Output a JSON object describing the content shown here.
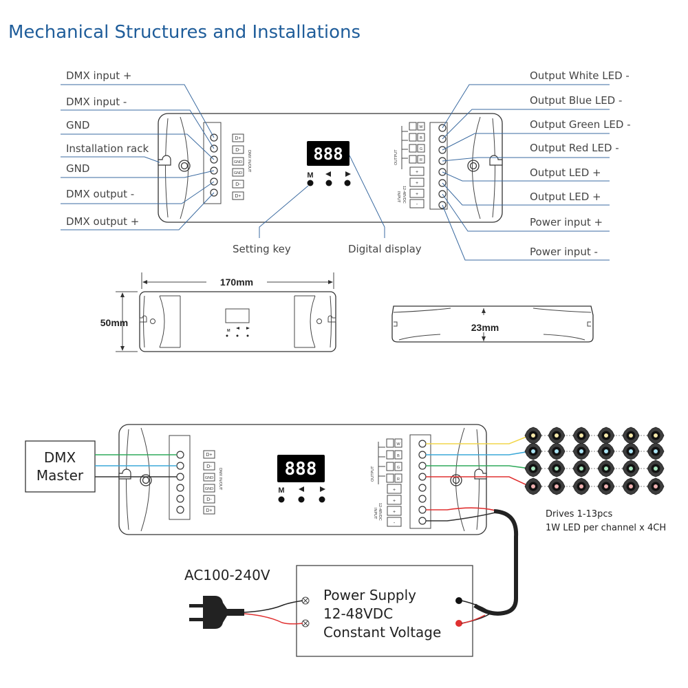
{
  "title": "Mechanical Structures and Installations",
  "left_labels": [
    "DMX input +",
    "DMX input -",
    "GND",
    "Installation rack",
    "GND",
    "DMX output -",
    "DMX output +"
  ],
  "right_labels": [
    "Output White LED -",
    "Output Blue LED -",
    "Output Green LED -",
    "Output Red LED -",
    "Output LED +",
    "Output LED +",
    "Power input +",
    "Power input -"
  ],
  "setting_key_label": "Setting key",
  "digital_display_label": "Digital display",
  "display_text": "888",
  "key_m": "M",
  "dmx_terminals": [
    "D+",
    "D-",
    "GND",
    "GND",
    "D-",
    "D+"
  ],
  "dmx_inout_text": "DMX IN/OUT",
  "output_terminals": [
    "W",
    "B",
    "G",
    "R",
    "+",
    "+"
  ],
  "output_text": "OUTPUT",
  "input_terminals": [
    "+",
    "-"
  ],
  "input_text": "INPUT",
  "input_voltage_text": "12-48VDC",
  "dimensions": {
    "length": "170mm",
    "width": "50mm",
    "height": "23mm"
  },
  "dmx_master": [
    "DMX",
    "Master"
  ],
  "drives_text": [
    "Drives 1-13pcs",
    "1W LED per channel x 4CH"
  ],
  "ac_text": "AC100-240V",
  "psu_text": [
    "Power Supply",
    "12-48VDC",
    "Constant Voltage"
  ],
  "colors": {
    "title": "#1f5d9a",
    "leader": "#3a6aa0",
    "white_wire": "#f2d64a",
    "blue_wire": "#3aa8d8",
    "green_wire": "#2faa5a",
    "red_wire": "#e03030"
  }
}
